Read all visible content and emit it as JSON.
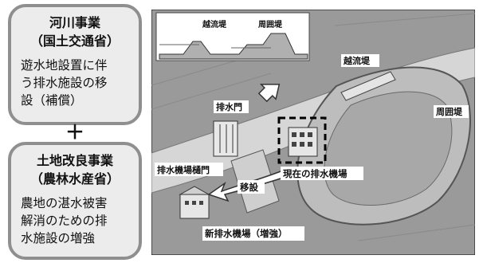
{
  "left_panel": {
    "river_project": {
      "title_line1": "河川事業",
      "title_line2": "（国土交通省）",
      "desc_lines": [
        "遊水地設置に伴",
        "う排水施設の移",
        "設（補償）"
      ]
    },
    "plus_sign": "＋",
    "land_project": {
      "title_line1": "土地改良事業",
      "title_line2": "（農林水産省）",
      "desc_lines": [
        "農地の湛水被害",
        "解消のための排",
        "水施設の増強"
      ]
    }
  },
  "illustration": {
    "inset_labels": {
      "overflow_levee": "越流堤",
      "ring_levee": "周囲堤"
    },
    "labels": {
      "overflow_levee": "越流堤",
      "ring_levee": "周囲堤",
      "drain_gate": "排水門",
      "pump_sluice": "排水機場樋門",
      "current_pump": "現在の排水機場",
      "relocation": "移設",
      "new_pump": "新排水機場（増強）"
    },
    "colors": {
      "background": "#9a9a9a",
      "river": "#d6d6d6",
      "levee": "#bdbdbd",
      "label_bg": "#ffffff"
    }
  }
}
